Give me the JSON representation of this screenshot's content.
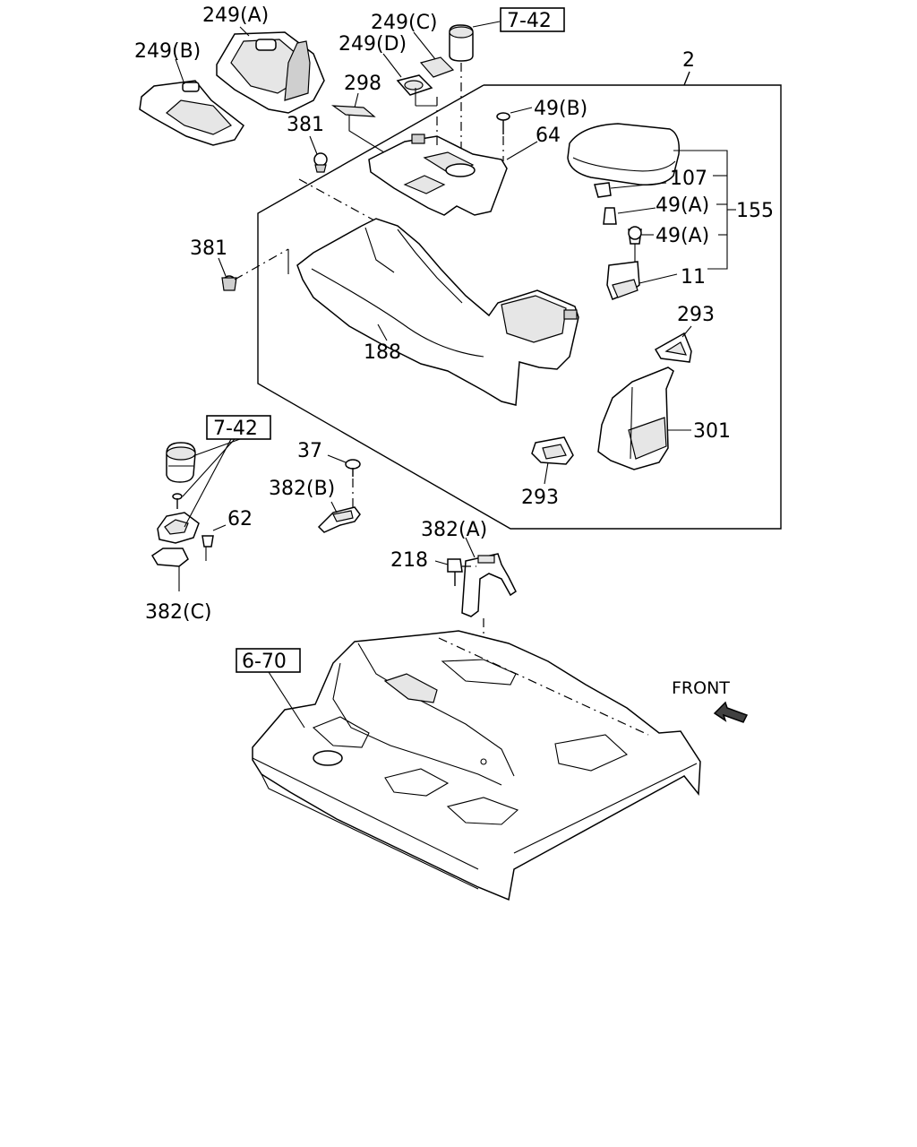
{
  "labels": {
    "l249a": "249(A)",
    "l249b": "249(B)",
    "l249c": "249(C)",
    "l249d": "249(D)",
    "l742top": "7-42",
    "l2": "2",
    "l298": "298",
    "l381a": "381",
    "l49b": "49(B)",
    "l64": "64",
    "l107": "107",
    "l49a1": "49(A)",
    "l49a2": "49(A)",
    "l155": "155",
    "l381b": "381",
    "l11": "11",
    "l293a": "293",
    "l188": "188",
    "l301": "301",
    "l742mid": "7-42",
    "l37": "37",
    "l382b": "382(B)",
    "l62": "62",
    "l293b": "293",
    "l382a": "382(A)",
    "l218": "218",
    "l382c": "382(C)",
    "l670": "6-70",
    "front": "FRONT"
  },
  "icons": {
    "front_arrow": "front-arrow-icon"
  }
}
